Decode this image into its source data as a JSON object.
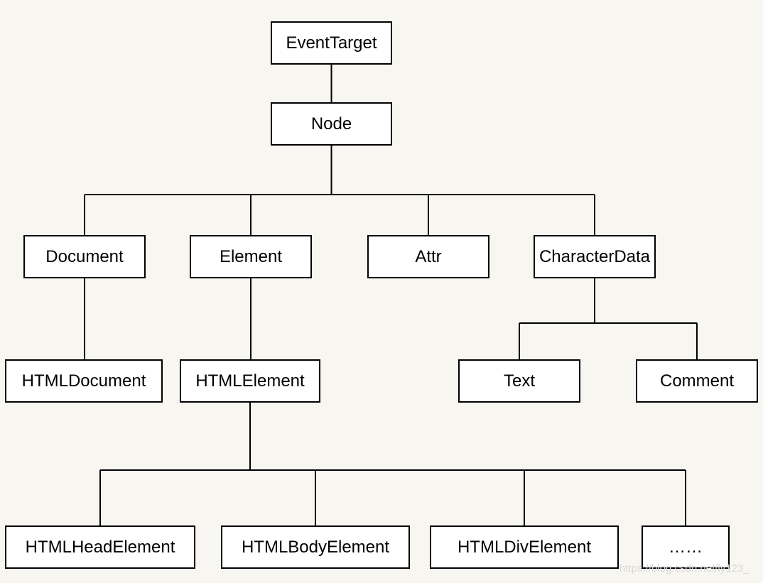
{
  "nodes": {
    "event_target": "EventTarget",
    "node": "Node",
    "document": "Document",
    "element": "Element",
    "attr": "Attr",
    "character_data": "CharacterData",
    "html_document": "HTMLDocument",
    "html_element": "HTMLElement",
    "text": "Text",
    "comment": "Comment",
    "html_head_element": "HTMLHeadElement",
    "html_body_element": "HTMLBodyElement",
    "html_div_element": "HTMLDivElement",
    "more": "……"
  },
  "edges": [
    [
      "event_target",
      "node"
    ],
    [
      "node",
      "document"
    ],
    [
      "node",
      "element"
    ],
    [
      "node",
      "attr"
    ],
    [
      "node",
      "character_data"
    ],
    [
      "document",
      "html_document"
    ],
    [
      "element",
      "html_element"
    ],
    [
      "character_data",
      "text"
    ],
    [
      "character_data",
      "comment"
    ],
    [
      "html_element",
      "html_head_element"
    ],
    [
      "html_element",
      "html_body_element"
    ],
    [
      "html_element",
      "html_div_element"
    ],
    [
      "html_element",
      "more"
    ]
  ],
  "watermark": "https://blog.csdn.net/ly123_"
}
